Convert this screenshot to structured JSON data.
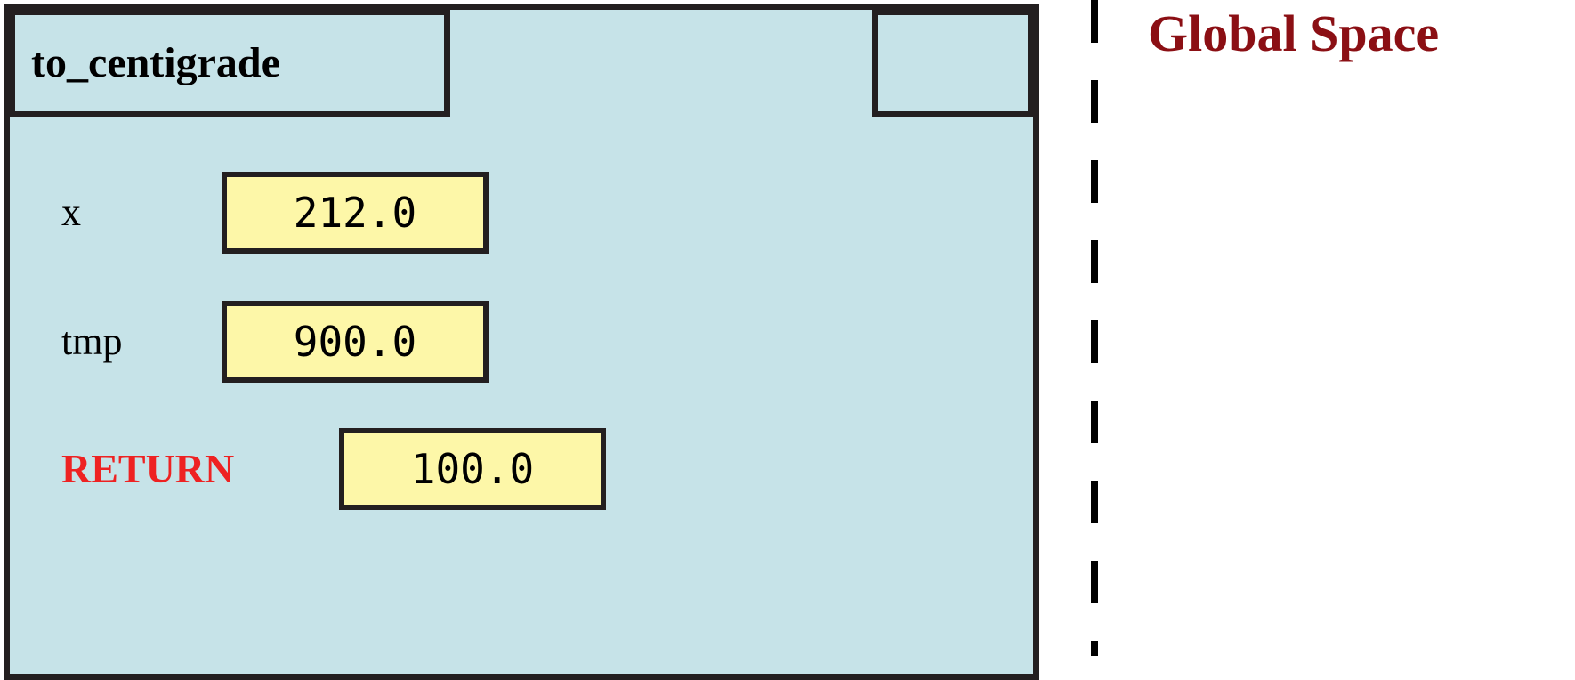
{
  "diagram": {
    "type": "python-call-frame",
    "colors": {
      "frame_fill": "#c6e3e8",
      "frame_border": "#231f20",
      "value_box_fill": "#fdf7a8",
      "value_box_border": "#231f20",
      "return_label": "#ee2222",
      "global_space_title": "#8b0f14",
      "background": "#ffffff"
    }
  },
  "call_frame": {
    "function_name": "to_centigrade",
    "program_counter": "",
    "variables": [
      {
        "name": "x",
        "value": "212.0",
        "kind": "parameter"
      },
      {
        "name": "tmp",
        "value": "900.0",
        "kind": "local"
      },
      {
        "name": "RETURN",
        "value": "100.0",
        "kind": "return"
      }
    ]
  },
  "global_space": {
    "title": "Global Space",
    "entries": []
  }
}
